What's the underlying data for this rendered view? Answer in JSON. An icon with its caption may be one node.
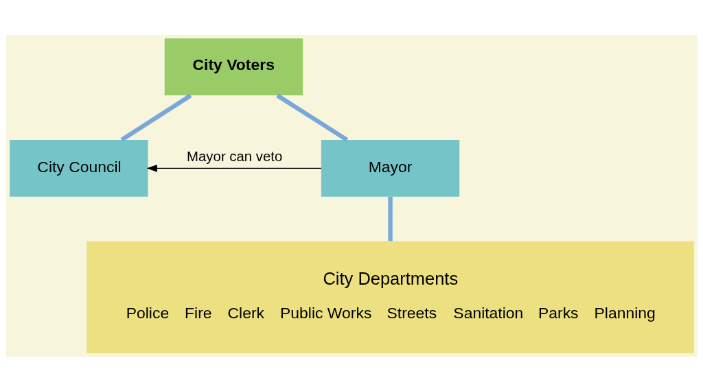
{
  "diagram": {
    "nodes": [
      {
        "text": [
          "City Voters"
        ]
      },
      {
        "text": [
          "City Council"
        ]
      },
      {
        "text": [
          "Mayor"
        ]
      },
      {
        "text": [
          "City Departments",
          "Police",
          "Fire",
          "Clerk",
          "Public Works",
          "Streets",
          "Sanitation",
          "Parks",
          "Planning"
        ]
      }
    ],
    "edges": [
      {
        "from": 0,
        "to": 1,
        "arrow": "none"
      },
      {
        "from": 0,
        "to": 2,
        "arrow": "none"
      },
      {
        "from": 2,
        "to": 1,
        "arrow": "to",
        "label": "Mayor can veto",
        "color": "#000000"
      },
      {
        "from": 2,
        "to": 3,
        "arrow": "none"
      }
    ]
  }
}
